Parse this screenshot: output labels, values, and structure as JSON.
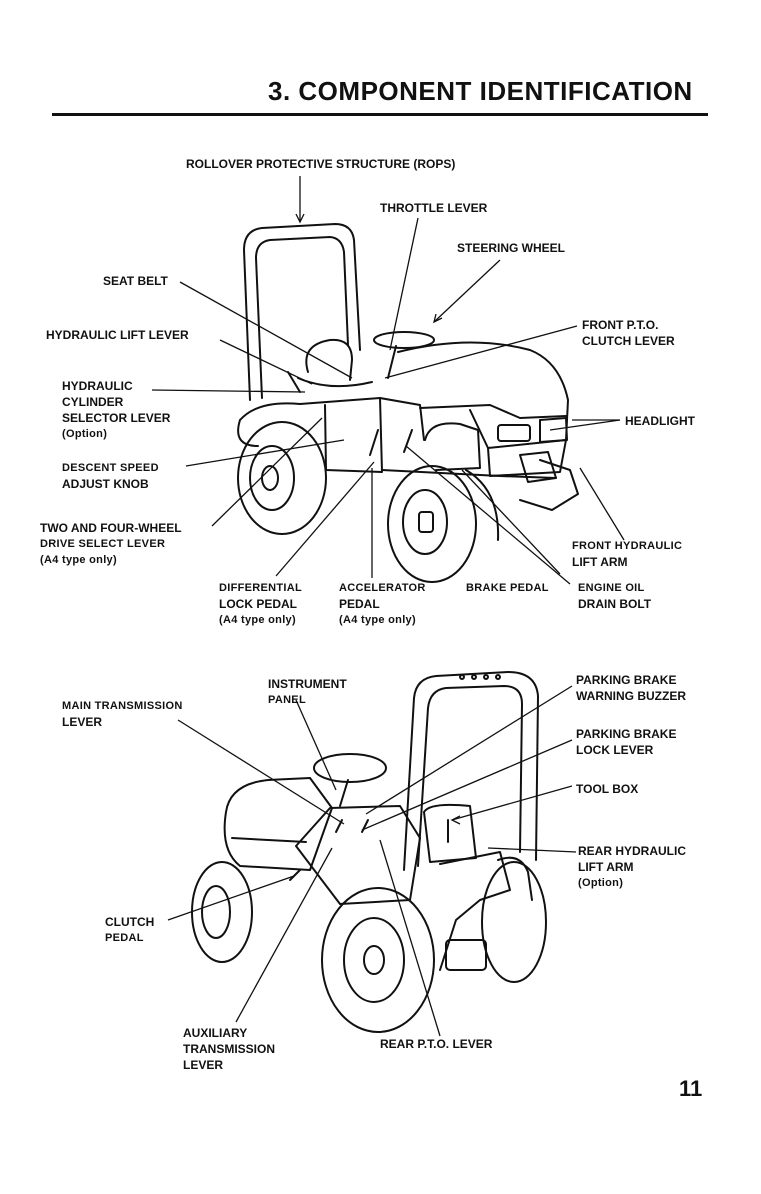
{
  "header": {
    "title": "3.  COMPONENT IDENTIFICATION"
  },
  "top_figure": {
    "rops": "ROLLOVER PROTECTIVE STRUCTURE (ROPS)",
    "throttle": "THROTTLE LEVER",
    "steering": "STEERING WHEEL",
    "seat_belt": "SEAT BELT",
    "front_pto": [
      "FRONT P.T.O.",
      "CLUTCH LEVER"
    ],
    "hyd_lift": "HYDRAULIC LIFT LEVER",
    "hyd_cyl": [
      "HYDRAULIC",
      "CYLINDER",
      "SELECTOR LEVER",
      "(Option)"
    ],
    "headlight": "HEADLIGHT",
    "descent": [
      "DESCENT SPEED",
      "ADJUST KNOB"
    ],
    "four_wheel": [
      "TWO AND FOUR-WHEEL",
      "DRIVE SELECT LEVER",
      "(A4 type only)"
    ],
    "front_hyd_arm": [
      "FRONT HYDRAULIC",
      "LIFT ARM"
    ],
    "diff_lock": [
      "DIFFERENTIAL",
      "LOCK PEDAL",
      "(A4 type only)"
    ],
    "accelerator": [
      "ACCELERATOR",
      "PEDAL",
      "(A4 type only)"
    ],
    "brake_pedal": "BRAKE PEDAL",
    "engine_oil": [
      "ENGINE OIL",
      "DRAIN BOLT"
    ]
  },
  "bottom_figure": {
    "instrument": [
      "INSTRUMENT",
      "PANEL"
    ],
    "main_trans": [
      "MAIN TRANSMISSION",
      "LEVER"
    ],
    "park_buzzer": [
      "PARKING BRAKE",
      "WARNING BUZZER"
    ],
    "park_lock": [
      "PARKING BRAKE",
      "LOCK LEVER"
    ],
    "tool_box": "TOOL BOX",
    "rear_hyd_arm": [
      "REAR HYDRAULIC",
      "LIFT ARM",
      "(Option)"
    ],
    "clutch": [
      "CLUTCH",
      "PEDAL"
    ],
    "aux_trans": [
      "AUXILIARY",
      "TRANSMISSION",
      "LEVER"
    ],
    "rear_pto": "REAR P.T.O. LEVER"
  },
  "footer": {
    "page_number": "11"
  }
}
